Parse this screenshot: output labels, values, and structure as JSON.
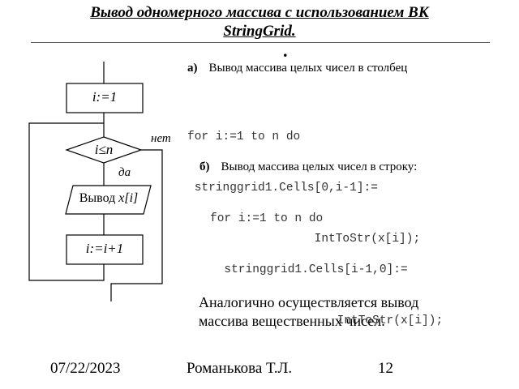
{
  "slide": {
    "title_line1": "Вывод одномерного массива   с использованием ВК",
    "title_line2": "StringGrid.",
    "dot": "."
  },
  "flowchart": {
    "init": "i:=1",
    "cond": "i≤n",
    "no_label": "нет",
    "yes_label": "да",
    "output_prefix": "Вывод ",
    "output_var": "x[i]",
    "inc": "i:=i+1"
  },
  "section_a": {
    "letter": "а)",
    "heading": "Вывод массива целых чисел в столбец",
    "code": [
      "for i:=1 to n do",
      " stringgrid1.Cells[0,i-1]:=",
      "                  IntToStr(x[i]);"
    ]
  },
  "section_b": {
    "letter": "б)",
    "heading": "Вывод массива целых чисел в строку:",
    "code": [
      "for i:=1 to n do",
      "  stringgrid1.Cells[i-1,0]:=",
      "                  IntToStr(x[i]);"
    ]
  },
  "note": {
    "line1": "Аналогично осуществляется вывод",
    "line2": "массива вещественных чисел."
  },
  "footer": {
    "date": "07/22/2023",
    "author": "Романькова Т.Л.",
    "page": "12"
  }
}
